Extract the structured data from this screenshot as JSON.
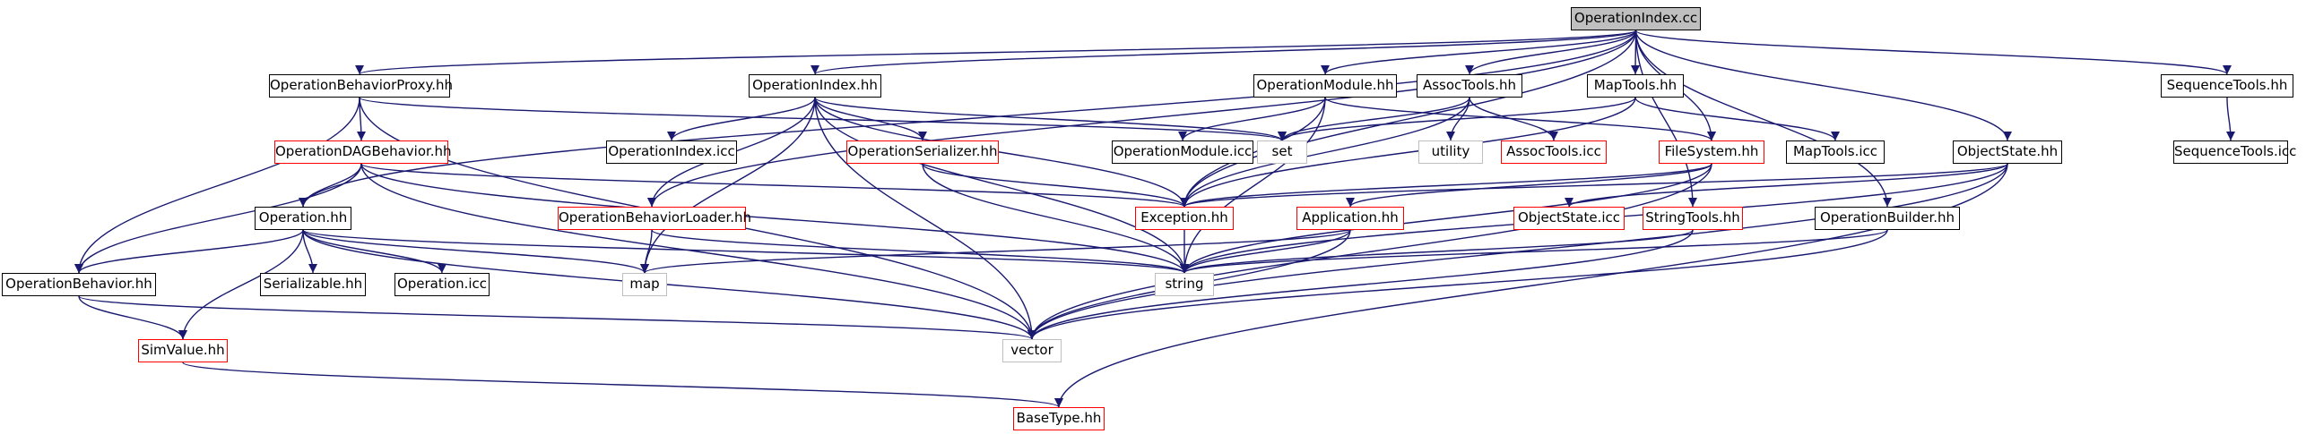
{
  "graph": {
    "colors": {
      "edge": "#191970",
      "box_link": "#000000",
      "box_undocumented": "#ff0000",
      "box_external": "#bfbfbf",
      "box_root_fill": "#bfbfbf"
    },
    "nodes": {
      "root": {
        "label": "OperationIndex.cc"
      },
      "obproxy": {
        "label": "OperationBehaviorProxy.hh"
      },
      "opindexhh": {
        "label": "OperationIndex.hh"
      },
      "opmodule": {
        "label": "OperationModule.hh"
      },
      "assoc": {
        "label": "AssocTools.hh"
      },
      "maptools": {
        "label": "MapTools.hh"
      },
      "seqtools": {
        "label": "SequenceTools.hh"
      },
      "dag": {
        "label": "OperationDAGBehavior.hh"
      },
      "opindexicc": {
        "label": "OperationIndex.icc"
      },
      "opserializer": {
        "label": "OperationSerializer.hh"
      },
      "set": {
        "label": "set"
      },
      "opmoduleicc": {
        "label": "OperationModule.icc"
      },
      "utility": {
        "label": "utility"
      },
      "associcc": {
        "label": "AssocTools.icc"
      },
      "filesystem": {
        "label": "FileSystem.hh"
      },
      "maptoolsicc": {
        "label": "MapTools.icc"
      },
      "objectstate": {
        "label": "ObjectState.hh"
      },
      "seqtoolsicc": {
        "label": "SequenceTools.icc"
      },
      "operation": {
        "label": "Operation.hh"
      },
      "obloader": {
        "label": "OperationBehaviorLoader.hh"
      },
      "exception": {
        "label": "Exception.hh"
      },
      "application": {
        "label": "Application.hh"
      },
      "objectstateicc": {
        "label": "ObjectState.icc"
      },
      "stringtools": {
        "label": "StringTools.hh"
      },
      "opbuilder": {
        "label": "OperationBuilder.hh"
      },
      "opbehavior": {
        "label": "OperationBehavior.hh"
      },
      "serializable": {
        "label": "Serializable.hh"
      },
      "operationicc": {
        "label": "Operation.icc"
      },
      "map": {
        "label": "map"
      },
      "string": {
        "label": "string"
      },
      "simvalue": {
        "label": "SimValue.hh"
      },
      "vector": {
        "label": "vector"
      },
      "basetype": {
        "label": "BaseType.hh"
      }
    },
    "edges": [
      [
        "root",
        "obproxy"
      ],
      [
        "root",
        "opindexhh"
      ],
      [
        "root",
        "opmodule"
      ],
      [
        "root",
        "assoc"
      ],
      [
        "root",
        "maptools"
      ],
      [
        "root",
        "seqtools"
      ],
      [
        "root",
        "operation"
      ],
      [
        "root",
        "obloader"
      ],
      [
        "root",
        "filesystem"
      ],
      [
        "root",
        "objectstate"
      ],
      [
        "root",
        "exception"
      ],
      [
        "root",
        "stringtools"
      ],
      [
        "root",
        "opbuilder"
      ],
      [
        "obproxy",
        "dag"
      ],
      [
        "obproxy",
        "opbehavior"
      ],
      [
        "obproxy",
        "set"
      ],
      [
        "obproxy",
        "vector"
      ],
      [
        "opindexhh",
        "opindexicc"
      ],
      [
        "opindexhh",
        "opserializer"
      ],
      [
        "opindexhh",
        "obloader"
      ],
      [
        "opindexhh",
        "set"
      ],
      [
        "opindexhh",
        "exception"
      ],
      [
        "opindexhh",
        "map"
      ],
      [
        "opindexhh",
        "string"
      ],
      [
        "opindexhh",
        "vector"
      ],
      [
        "opmodule",
        "opmoduleicc"
      ],
      [
        "opmodule",
        "exception"
      ],
      [
        "opmodule",
        "string"
      ],
      [
        "opmodule",
        "filesystem"
      ],
      [
        "assoc",
        "set"
      ],
      [
        "assoc",
        "utility"
      ],
      [
        "assoc",
        "associcc"
      ],
      [
        "assoc",
        "exception"
      ],
      [
        "maptools",
        "set"
      ],
      [
        "maptools",
        "maptoolsicc"
      ],
      [
        "maptools",
        "exception"
      ],
      [
        "seqtools",
        "seqtoolsicc"
      ],
      [
        "dag",
        "operation"
      ],
      [
        "dag",
        "opbehavior"
      ],
      [
        "dag",
        "exception"
      ],
      [
        "dag",
        "string"
      ],
      [
        "dag",
        "vector"
      ],
      [
        "opserializer",
        "exception"
      ],
      [
        "opserializer",
        "string"
      ],
      [
        "filesystem",
        "exception"
      ],
      [
        "filesystem",
        "application"
      ],
      [
        "filesystem",
        "string"
      ],
      [
        "filesystem",
        "vector"
      ],
      [
        "objectstate",
        "exception"
      ],
      [
        "objectstate",
        "objectstateicc"
      ],
      [
        "objectstate",
        "string"
      ],
      [
        "objectstate",
        "vector"
      ],
      [
        "objectstate",
        "basetype"
      ],
      [
        "operation",
        "opbehavior"
      ],
      [
        "operation",
        "serializable"
      ],
      [
        "operation",
        "operationicc"
      ],
      [
        "operation",
        "map"
      ],
      [
        "operation",
        "string"
      ],
      [
        "operation",
        "simvalue"
      ],
      [
        "operation",
        "vector"
      ],
      [
        "obloader",
        "map"
      ],
      [
        "obloader",
        "string"
      ],
      [
        "exception",
        "string"
      ],
      [
        "application",
        "map"
      ],
      [
        "application",
        "string"
      ],
      [
        "application",
        "vector"
      ],
      [
        "stringtools",
        "string"
      ],
      [
        "stringtools",
        "vector"
      ],
      [
        "opbuilder",
        "string"
      ],
      [
        "opbuilder",
        "vector"
      ],
      [
        "opbehavior",
        "simvalue"
      ],
      [
        "opbehavior",
        "vector"
      ],
      [
        "simvalue",
        "basetype"
      ]
    ]
  }
}
